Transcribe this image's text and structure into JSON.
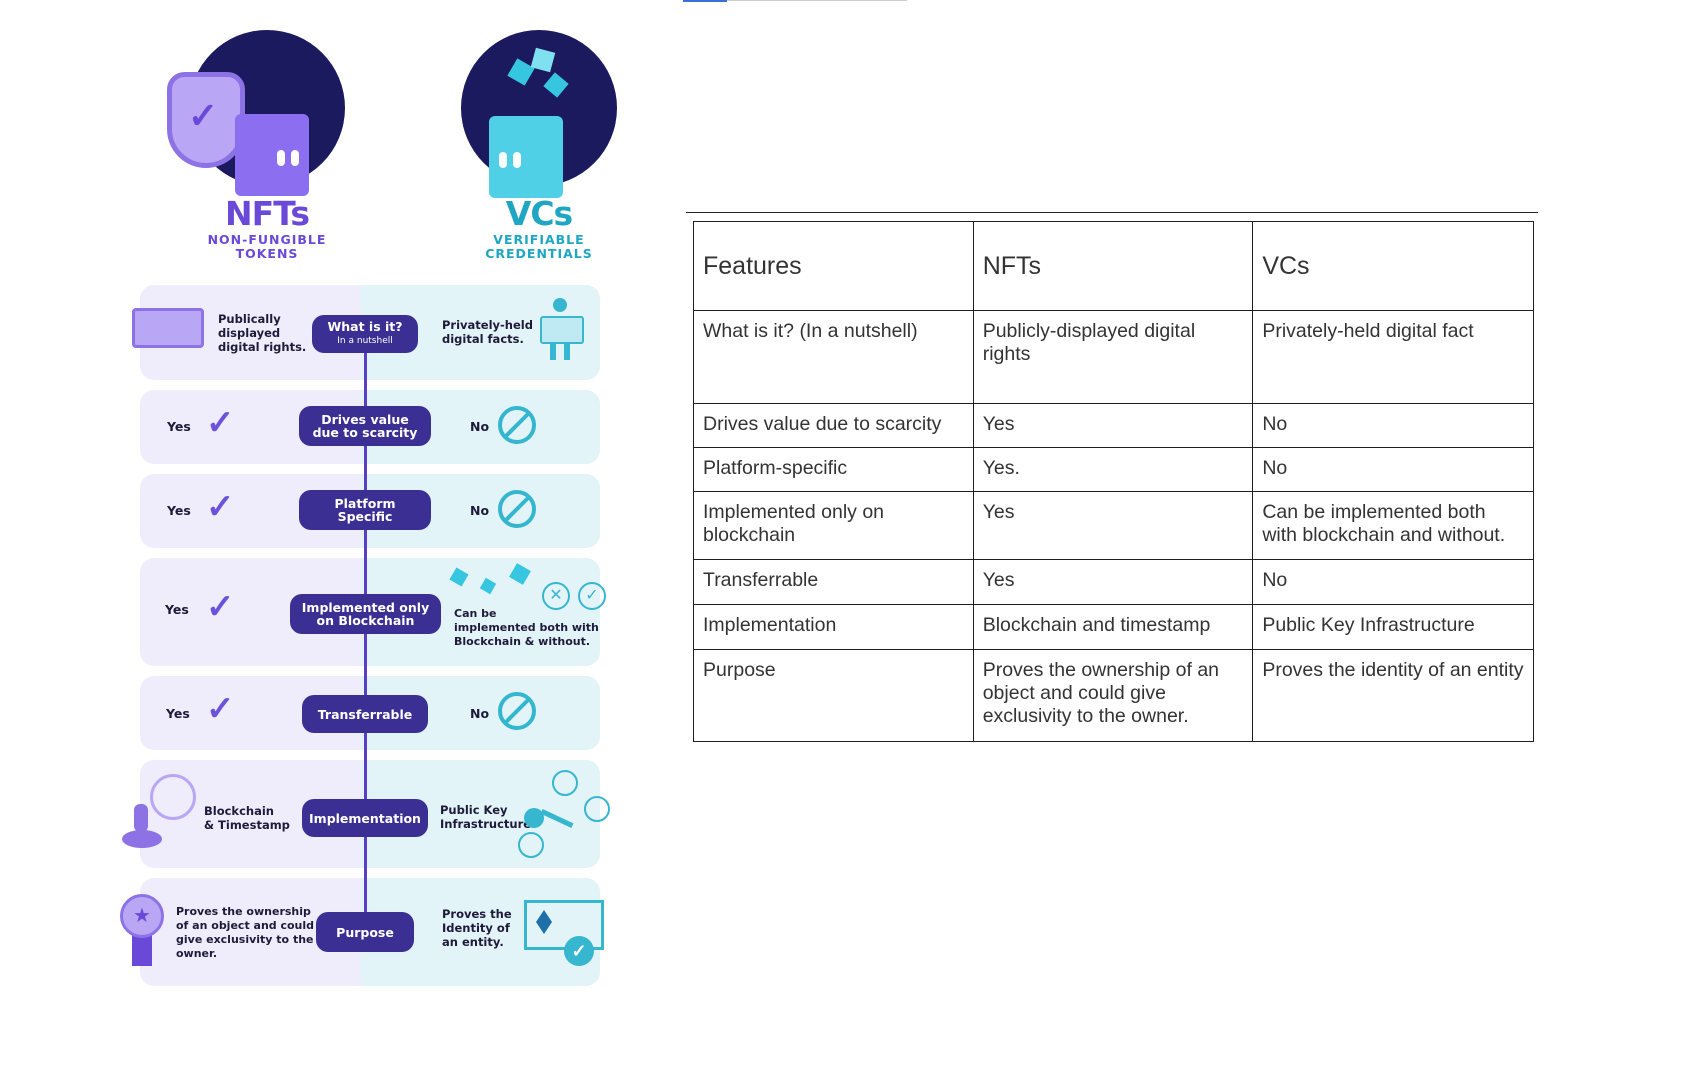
{
  "infographic": {
    "nft": {
      "title": "NFTs",
      "subtitle": "NON-FUNGIBLE\nTOKENS"
    },
    "vc": {
      "title": "VCs",
      "subtitle": "VERIFIABLE\nCREDENTIALS"
    },
    "rows": [
      {
        "label": "What is it?",
        "sublabel": "In a nutshell",
        "nft": "Publically\ndisplayed\ndigital rights.",
        "vc": "Privately-held\ndigital facts."
      },
      {
        "label": "Drives value\ndue to scarcity",
        "nft": "Yes",
        "vc": "No"
      },
      {
        "label": "Platform\nSpecific",
        "nft": "Yes",
        "vc": "No"
      },
      {
        "label": "Implemented only\non Blockchain",
        "nft": "Yes",
        "vc": "Can be\nimplemented both with\nBlockchain & without."
      },
      {
        "label": "Transferrable",
        "nft": "Yes",
        "vc": "No"
      },
      {
        "label": "Implementation",
        "nft": "Blockchain\n& Timestamp",
        "vc": "Public Key\nInfrastructure"
      },
      {
        "label": "Purpose",
        "nft": "Proves the ownership\nof an object and could\ngive exclusivity to the\nowner.",
        "vc": "Proves the\nIdentity of\nan entity."
      }
    ],
    "colors": {
      "nft": "#6b49d8",
      "vc": "#1fa6c2",
      "pill": "#3b2f93"
    }
  },
  "table": {
    "headers": [
      "Features",
      "NFTs",
      "VCs"
    ],
    "rows": [
      [
        "What is it? (In a nutshell)",
        "Publicly-displayed digital rights",
        "Privately-held digital fact"
      ],
      [
        "Drives value due to scarcity",
        "Yes",
        "No"
      ],
      [
        "Platform-specific",
        "Yes.",
        "No"
      ],
      [
        "Implemented only on blockchain",
        "Yes",
        "Can be implemented both with blockchain and without."
      ],
      [
        "Transferrable",
        "Yes",
        "No"
      ],
      [
        "Implementation",
        "Blockchain and timestamp",
        "Public Key Infrastructure"
      ],
      [
        "Purpose",
        "Proves the ownership of an object and could give exclusivity to the owner.",
        "Proves the identity of an entity"
      ]
    ]
  }
}
